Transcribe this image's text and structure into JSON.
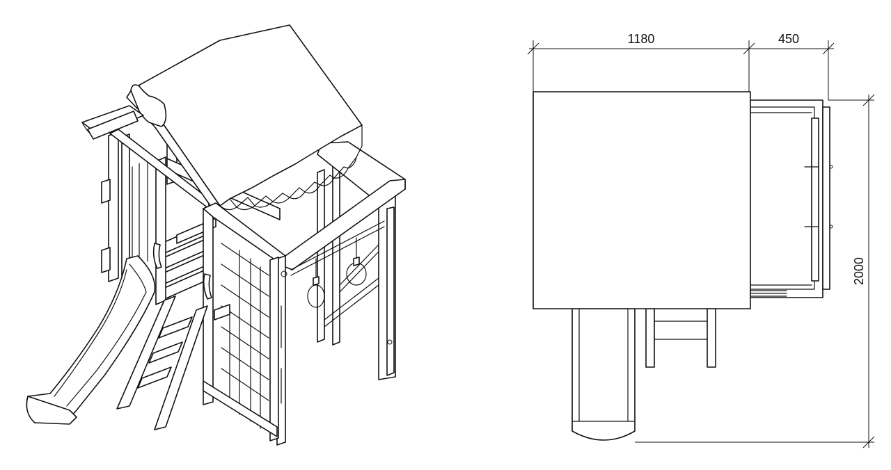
{
  "drawing": {
    "dimensions": {
      "width_main": "1180",
      "width_extension": "450",
      "depth_total": "2000"
    }
  }
}
